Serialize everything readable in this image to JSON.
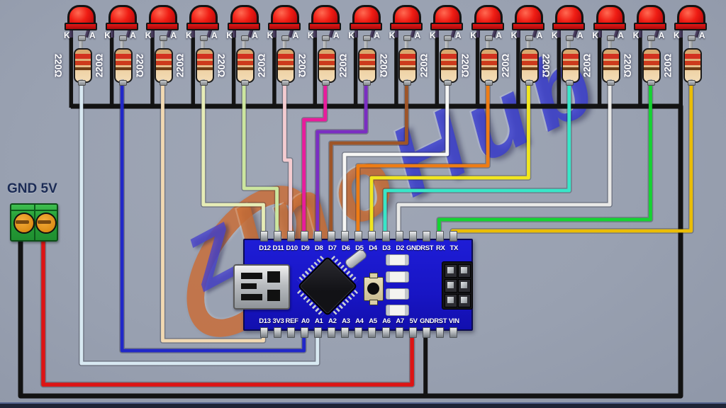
{
  "background_color": "#99a1b1",
  "power_terminal": {
    "label": "GND 5V",
    "terminals": [
      {
        "name": "GND",
        "wire_color": "#131313"
      },
      {
        "name": "5V",
        "wire_color": "#dd1414"
      }
    ]
  },
  "ground_bus_color": "#131313",
  "led_labels": {
    "cathode": "K",
    "anode": "A"
  },
  "resistor": {
    "value_label": "220Ω",
    "bands": [
      "red",
      "red",
      "brown"
    ]
  },
  "leds": [
    {
      "index": 1,
      "wire_color": "#d8e9f2",
      "arduino_pin": "A1"
    },
    {
      "index": 2,
      "wire_color": "#2128c8",
      "arduino_pin": "A0"
    },
    {
      "index": 3,
      "wire_color": "#f2d9b2",
      "arduino_pin": "D13"
    },
    {
      "index": 4,
      "wire_color": "#e6ecb6",
      "arduino_pin": "D12"
    },
    {
      "index": 5,
      "wire_color": "#cce69e",
      "arduino_pin": "D11"
    },
    {
      "index": 6,
      "wire_color": "#f4cbd0",
      "arduino_pin": "D10"
    },
    {
      "index": 7,
      "wire_color": "#e91c9c",
      "arduino_pin": "D9"
    },
    {
      "index": 8,
      "wire_color": "#7b2ec2",
      "arduino_pin": "D8"
    },
    {
      "index": 9,
      "wire_color": "#9e5528",
      "arduino_pin": "D7"
    },
    {
      "index": 10,
      "wire_color": "#f6f6f4",
      "arduino_pin": "D6"
    },
    {
      "index": 11,
      "wire_color": "#ee7c14",
      "arduino_pin": "D5"
    },
    {
      "index": 12,
      "wire_color": "#f1e61e",
      "arduino_pin": "D4"
    },
    {
      "index": 13,
      "wire_color": "#38e6c8",
      "arduino_pin": "D3"
    },
    {
      "index": 14,
      "wire_color": "#e9e9e7",
      "arduino_pin": "D2"
    },
    {
      "index": 15,
      "wire_color": "#14d431",
      "arduino_pin": "RX"
    },
    {
      "index": 16,
      "wire_color": "#eabd06",
      "arduino_pin": "TX"
    }
  ],
  "arduino": {
    "board_color": "#1815c4",
    "top_pins": [
      "D12",
      "D11",
      "D10",
      "D9",
      "D8",
      "D7",
      "D6",
      "D5",
      "D4",
      "D3",
      "D2",
      "GND",
      "RST",
      "RX",
      "TX"
    ],
    "bottom_pins": [
      "D13",
      "3V3",
      "REF",
      "A0",
      "A1",
      "A2",
      "A3",
      "A4",
      "A5",
      "A6",
      "A7",
      "5V",
      "GND",
      "RST",
      "VIN"
    ]
  },
  "watermark": {
    "text_orange": "Ino",
    "text_blue": "Hub",
    "bolt": "Z",
    "orange_color": "#c96a30",
    "blue_color": "#3a3ece"
  }
}
